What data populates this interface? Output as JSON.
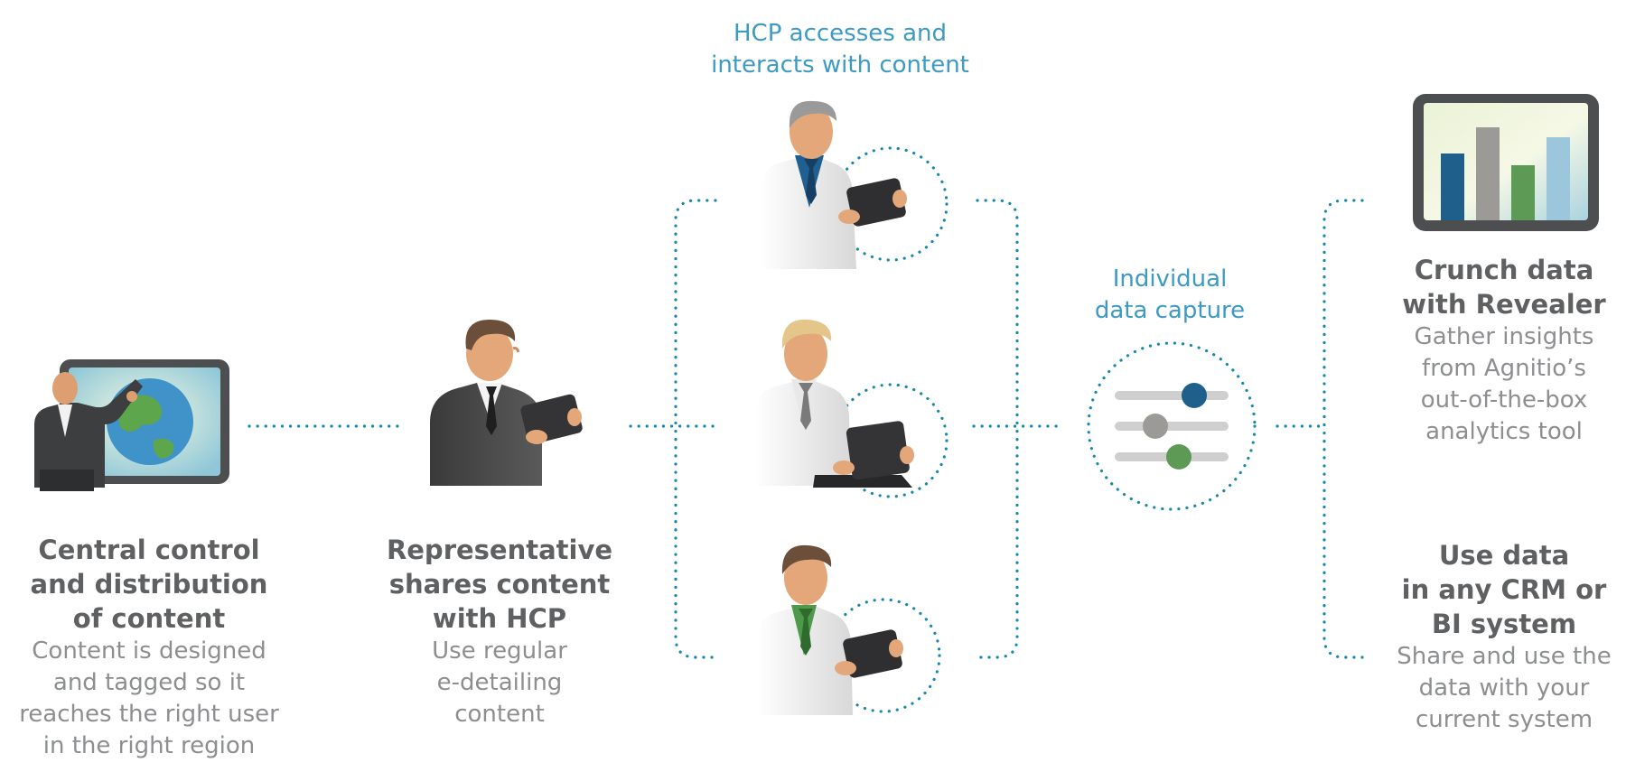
{
  "colors": {
    "accent": "#3d9ac4",
    "dots": "#1888aa",
    "title": "#5f6062",
    "description": "#8d8e90",
    "chart_blue": "#1e5f8c",
    "chart_grey": "#9c9a97",
    "chart_green": "#5c9a56"
  },
  "stages": {
    "central": {
      "icon": "presenter-globe-screen-icon",
      "title": [
        "Central control",
        "and distribution",
        "of content"
      ],
      "description": [
        "Content is designed",
        "and tagged so it",
        "reaches the right user",
        "in the right region"
      ]
    },
    "representative": {
      "icon": "representative-tablet-icon",
      "title": [
        "Representative",
        "shares content",
        "with HCP"
      ],
      "description": [
        "Use regular",
        "e-detailing",
        "content"
      ]
    },
    "hcp": {
      "label": [
        "HCP accesses and",
        "interacts with content"
      ],
      "icons": [
        "doctor-grey-hair-tablet-icon",
        "doctor-blond-laptop-icon",
        "doctor-brown-hair-tablet-icon"
      ]
    },
    "capture": {
      "icon": "sliders-icon",
      "label": [
        "Individual",
        "data capture"
      ]
    },
    "revealer": {
      "icon": "bar-chart-monitor-icon",
      "title": [
        "Crunch data",
        "with Revealer"
      ],
      "description": [
        "Gather insights",
        "from Agnitio’s",
        "out-of-the-box",
        "analytics tool"
      ]
    },
    "crm": {
      "title": [
        "Use data",
        "in any CRM or",
        "BI system"
      ],
      "description": [
        "Share and use the",
        "data with your",
        "current system"
      ]
    }
  }
}
